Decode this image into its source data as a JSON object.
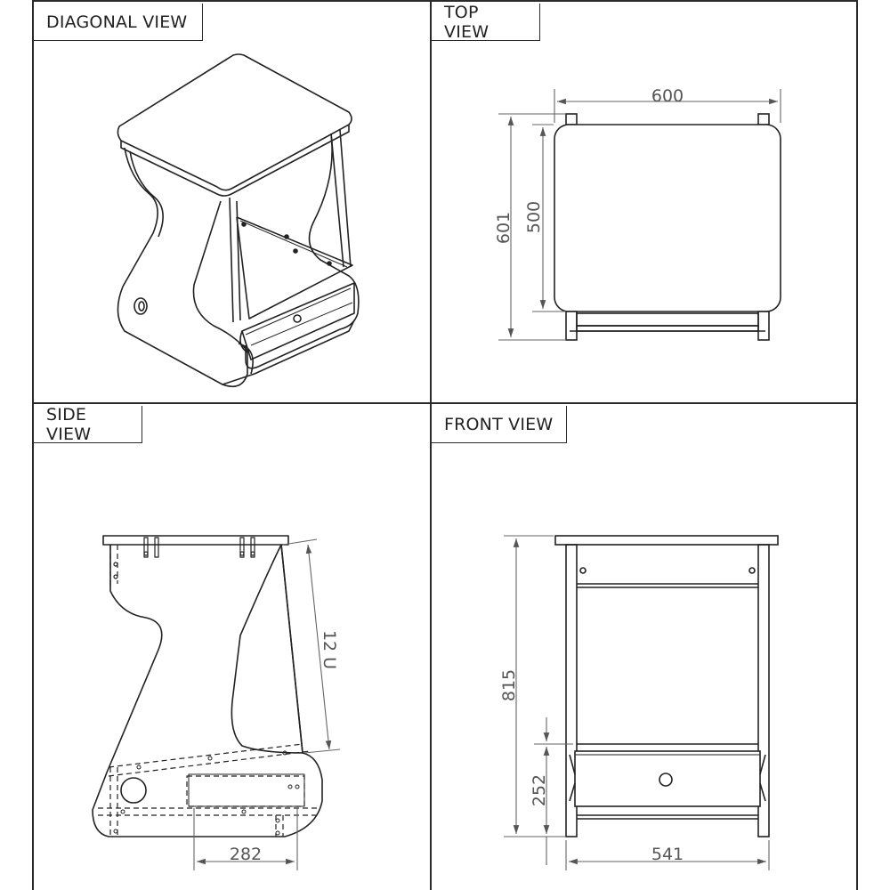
{
  "views": {
    "diagonal": {
      "title": "DIAGONAL VIEW"
    },
    "top": {
      "title": "TOP VIEW",
      "dim_width": "600",
      "dim_depth_outer": "601",
      "dim_depth_inner": "500"
    },
    "side": {
      "title": "SIDE VIEW",
      "dim_rack": "12 U",
      "dim_bottom": "282"
    },
    "front": {
      "title": "FRONT VIEW",
      "dim_height": "815",
      "dim_lower": "252",
      "dim_width": "541"
    }
  }
}
